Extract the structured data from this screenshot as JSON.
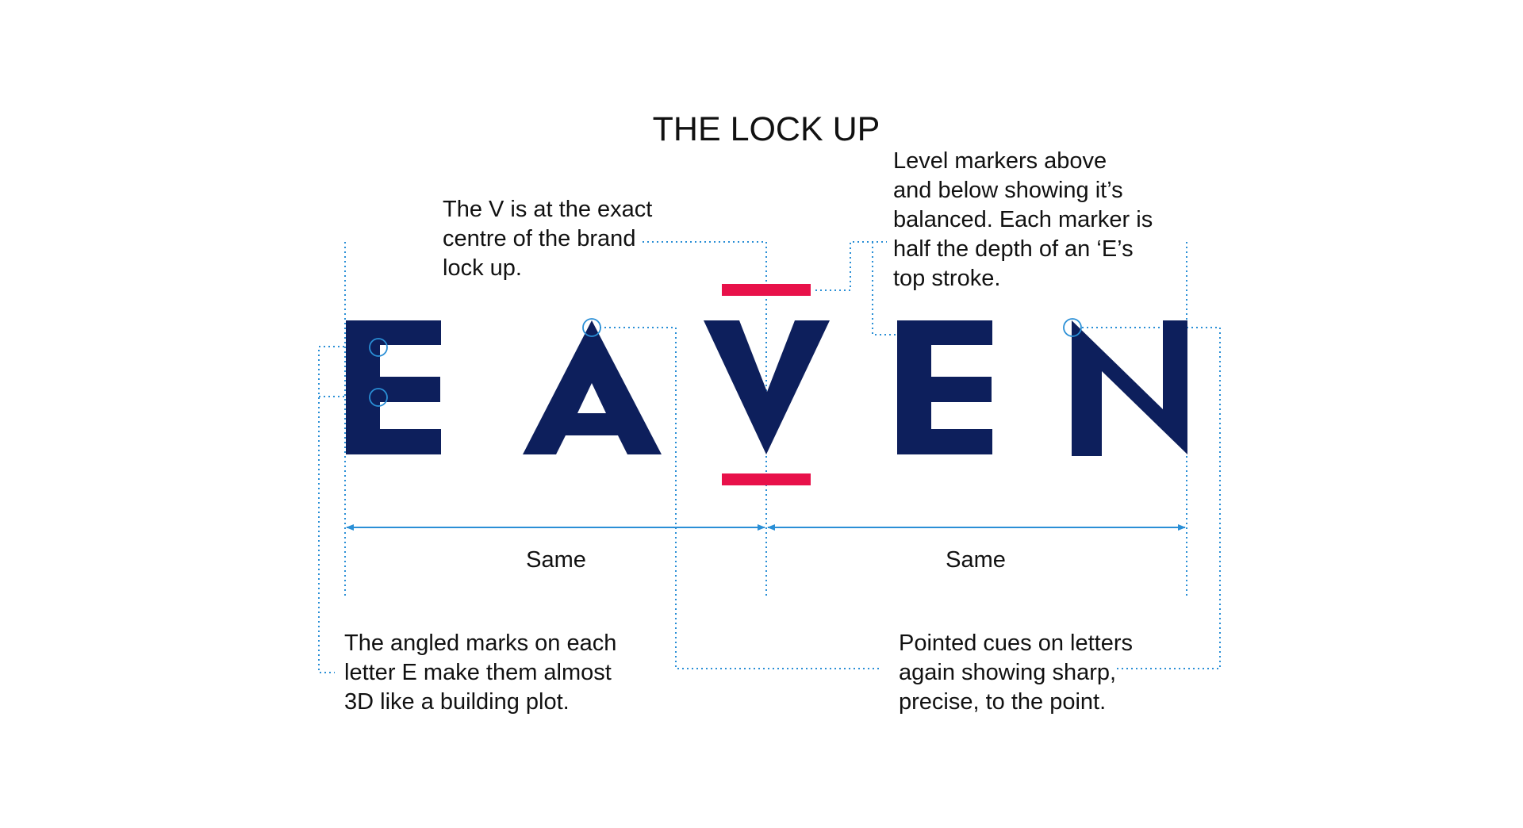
{
  "title": "THE LOCK UP",
  "wordmark": {
    "letters": [
      "E",
      "A",
      "V",
      "E",
      "N"
    ]
  },
  "annotations": {
    "v_centre": [
      "The V is at the exact",
      "centre of the brand",
      "lock up."
    ],
    "level_markers": [
      "Level markers above",
      "and below showing it’s",
      "balanced. Each marker is",
      "half the depth of an ‘E’s",
      "top stroke."
    ],
    "angled_marks": [
      "The angled marks on each",
      "letter E make them almost",
      "3D like a building plot."
    ],
    "pointed_cues": [
      "Pointed cues on letters",
      "again showing sharp,",
      "precise, to the point."
    ]
  },
  "dimensions": {
    "left_label": "Same",
    "right_label": "Same"
  },
  "colors": {
    "brand_navy": "#0d1f5c",
    "marker_red": "#e8114a",
    "guide_blue": "#2a8fd6",
    "text": "#111111",
    "background": "#ffffff"
  }
}
